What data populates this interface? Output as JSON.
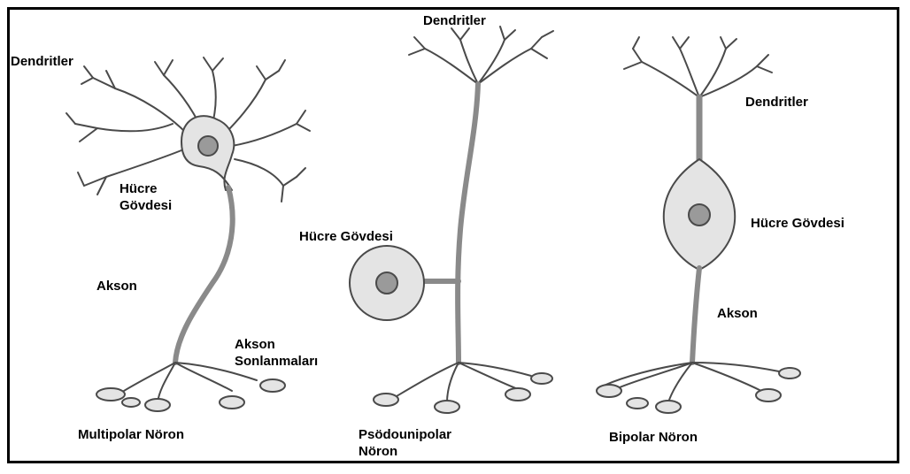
{
  "colors": {
    "frame": "#000000",
    "cell_fill": "#e4e4e4",
    "cell_stroke": "#4a4a4a",
    "nucleus": "#9a9a9a",
    "text": "#000000"
  },
  "neurons": {
    "multipolar": {
      "name": "Multipolar Nöron",
      "dendrites": "Dendritler",
      "cell_body": [
        "Hücre",
        "Gövdesi"
      ],
      "axon": "Akson",
      "axon_terminals": [
        "Akson",
        "Sonlanmaları"
      ]
    },
    "pseudounipolar": {
      "name": [
        "Psödounipolar",
        "Nöron"
      ],
      "dendrites": "Dendritler",
      "cell_body": "Hücre Gövdesi"
    },
    "bipolar": {
      "name": "Bipolar Nöron",
      "dendrites": "Dendritler",
      "cell_body": "Hücre Gövdesi",
      "axon": "Akson"
    }
  }
}
